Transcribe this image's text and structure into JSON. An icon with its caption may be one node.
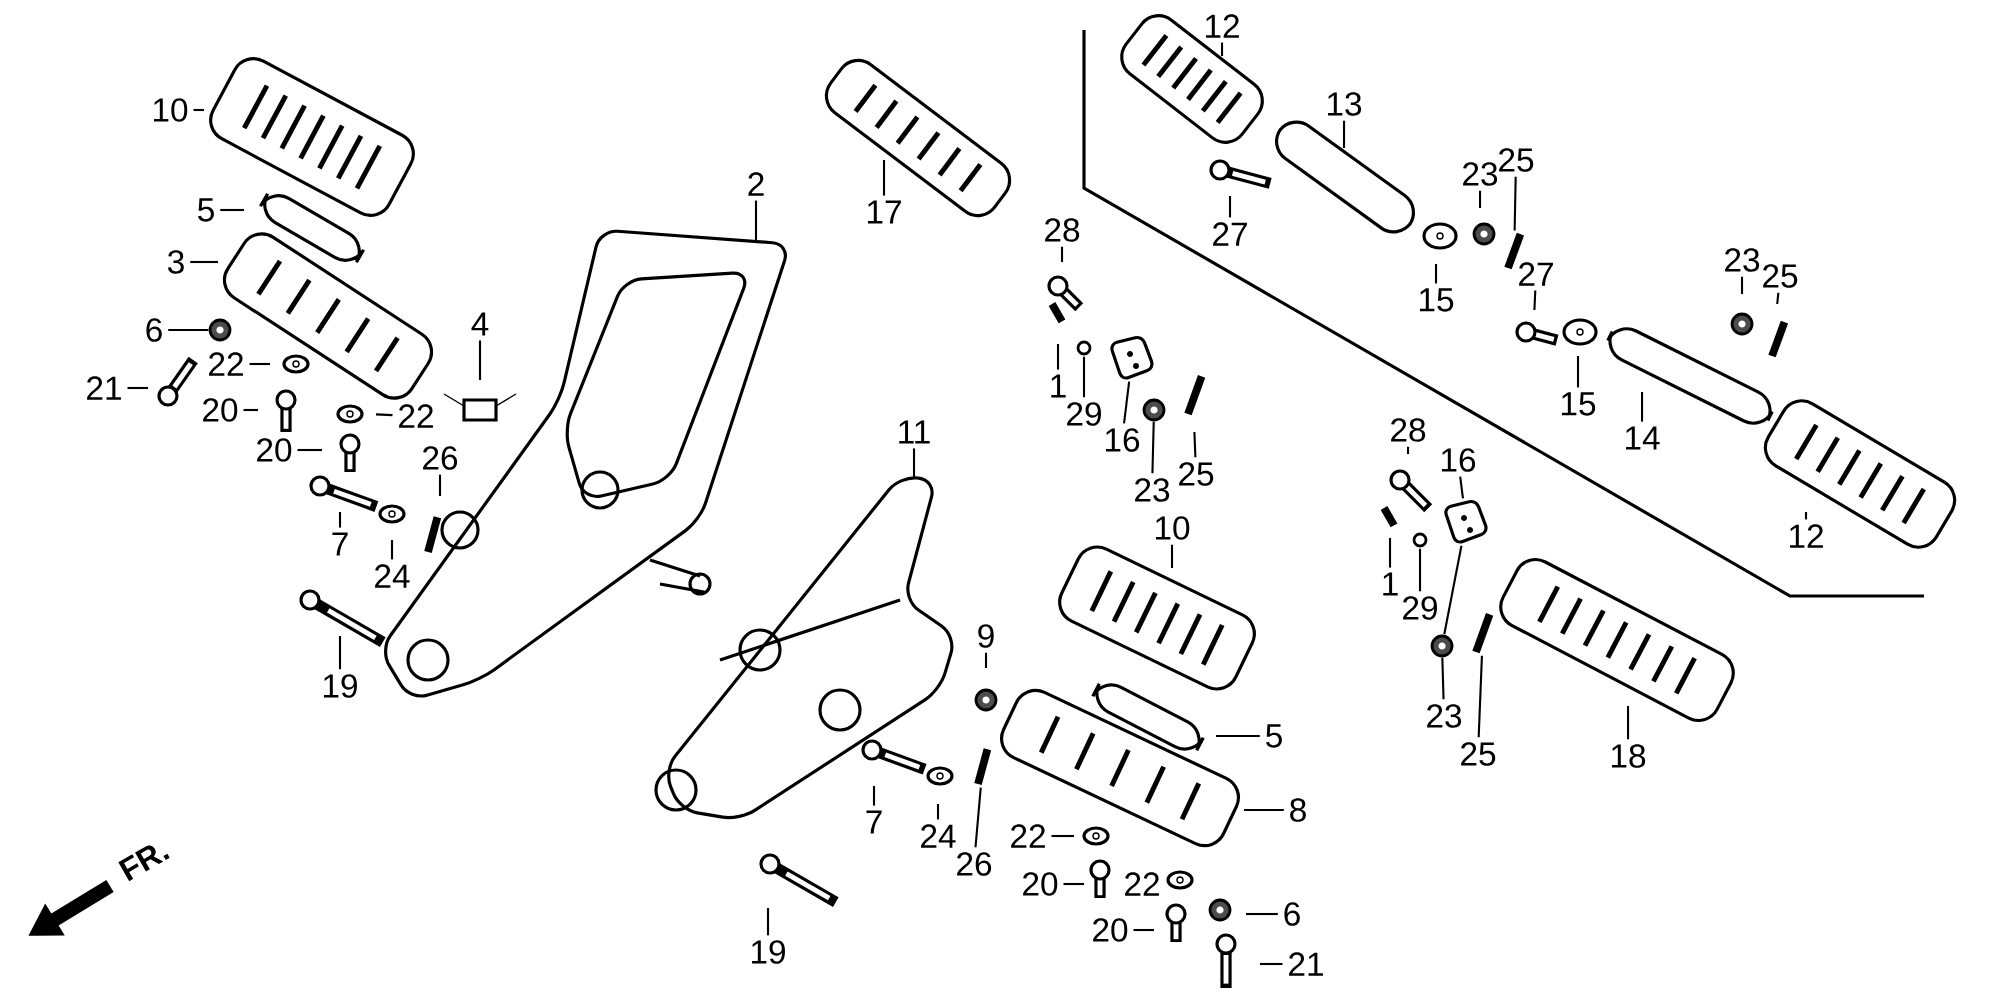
{
  "diagram": {
    "nodes": [
      {
        "text": [
          "10"
        ]
      },
      {
        "text": [
          "5"
        ]
      },
      {
        "text": [
          "3"
        ]
      },
      {
        "text": [
          "6"
        ]
      },
      {
        "text": [
          "21"
        ]
      },
      {
        "text": [
          "22"
        ]
      },
      {
        "text": [
          "20"
        ]
      },
      {
        "text": [
          "22"
        ]
      },
      {
        "text": [
          "20"
        ]
      },
      {
        "text": [
          "4"
        ]
      },
      {
        "text": [
          "26"
        ]
      },
      {
        "text": [
          "7"
        ]
      },
      {
        "text": [
          "24"
        ]
      },
      {
        "text": [
          "19"
        ]
      },
      {
        "text": [
          "2"
        ]
      },
      {
        "text": [
          "17"
        ]
      },
      {
        "text": [
          "11"
        ]
      },
      {
        "text": [
          "12"
        ]
      },
      {
        "text": [
          "13"
        ]
      },
      {
        "text": [
          "27"
        ]
      },
      {
        "text": [
          "23"
        ]
      },
      {
        "text": [
          "25"
        ]
      },
      {
        "text": [
          "15"
        ]
      },
      {
        "text": [
          "27"
        ]
      },
      {
        "text": [
          "23"
        ]
      },
      {
        "text": [
          "25"
        ]
      },
      {
        "text": [
          "15"
        ]
      },
      {
        "text": [
          "14"
        ]
      },
      {
        "text": [
          "12"
        ]
      },
      {
        "text": [
          "28"
        ]
      },
      {
        "text": [
          "1"
        ]
      },
      {
        "text": [
          "29"
        ]
      },
      {
        "text": [
          "16"
        ]
      },
      {
        "text": [
          "23"
        ]
      },
      {
        "text": [
          "25"
        ]
      },
      {
        "text": [
          "28"
        ]
      },
      {
        "text": [
          "16"
        ]
      },
      {
        "text": [
          "1"
        ]
      },
      {
        "text": [
          "29"
        ]
      },
      {
        "text": [
          "23"
        ]
      },
      {
        "text": [
          "25"
        ]
      },
      {
        "text": [
          "18"
        ]
      },
      {
        "text": [
          "10"
        ]
      },
      {
        "text": [
          "9"
        ]
      },
      {
        "text": [
          "5"
        ]
      },
      {
        "text": [
          "8"
        ]
      },
      {
        "text": [
          "22"
        ]
      },
      {
        "text": [
          "20"
        ]
      },
      {
        "text": [
          "22"
        ]
      },
      {
        "text": [
          "20"
        ]
      },
      {
        "text": [
          "6"
        ]
      },
      {
        "text": [
          "21"
        ]
      },
      {
        "text": [
          "7"
        ]
      },
      {
        "text": [
          "24"
        ]
      },
      {
        "text": [
          "26"
        ]
      },
      {
        "text": [
          "19"
        ]
      },
      {
        "text": [],
        "shape": "picture"
      },
      {
        "text": [],
        "shape": "picture"
      },
      {
        "text": [],
        "shape": "circle"
      },
      {
        "text": [],
        "shape": "picture"
      },
      {
        "text": [],
        "shape": "picture"
      },
      {
        "text": [],
        "shape": "circle"
      },
      {
        "text": [],
        "shape": "picture"
      },
      {
        "text": [],
        "shape": "picture"
      },
      {
        "text": [],
        "shape": "picture"
      },
      {
        "text": [],
        "shape": "picture"
      }
    ],
    "edges": [
      {
        "from": 0,
        "to": null,
        "arrow": "none"
      },
      {
        "from": 1,
        "to": null,
        "arrow": "none"
      },
      {
        "from": 2,
        "to": null,
        "arrow": "none"
      },
      {
        "from": 3,
        "to": 56,
        "arrow": "none"
      },
      {
        "from": 4,
        "to": null,
        "arrow": "none"
      },
      {
        "from": 5,
        "to": null,
        "arrow": "none"
      },
      {
        "from": 6,
        "to": null,
        "arrow": "none"
      },
      {
        "from": 7,
        "to": null,
        "arrow": "none"
      },
      {
        "from": 8,
        "to": null,
        "arrow": "none"
      },
      {
        "from": 9,
        "to": null,
        "arrow": "none"
      },
      {
        "from": 10,
        "to": null,
        "arrow": "none"
      },
      {
        "from": 11,
        "to": null,
        "arrow": "none"
      },
      {
        "from": 12,
        "to": null,
        "arrow": "none"
      },
      {
        "from": 13,
        "to": null,
        "arrow": "none"
      },
      {
        "from": 14,
        "to": null,
        "arrow": "none"
      },
      {
        "from": 15,
        "to": null,
        "arrow": "none"
      },
      {
        "from": 16,
        "to": null,
        "arrow": "none"
      },
      {
        "from": 17,
        "to": null,
        "arrow": "none"
      },
      {
        "from": 18,
        "to": null,
        "arrow": "none"
      },
      {
        "from": 19,
        "to": null,
        "arrow": "none"
      },
      {
        "from": 20,
        "to": null,
        "arrow": "none"
      },
      {
        "from": 21,
        "to": 65,
        "arrow": "none"
      },
      {
        "from": 22,
        "to": null,
        "arrow": "none"
      },
      {
        "from": 23,
        "to": null,
        "arrow": "none"
      },
      {
        "from": 24,
        "to": null,
        "arrow": "none"
      },
      {
        "from": 25,
        "to": null,
        "arrow": "none"
      },
      {
        "from": 26,
        "to": null,
        "arrow": "none"
      },
      {
        "from": 27,
        "to": null,
        "arrow": "none"
      },
      {
        "from": 28,
        "to": null,
        "arrow": "none"
      },
      {
        "from": 29,
        "to": null,
        "arrow": "none"
      },
      {
        "from": 30,
        "to": null,
        "arrow": "none"
      },
      {
        "from": 31,
        "to": 58,
        "arrow": "none"
      },
      {
        "from": 32,
        "to": 59,
        "arrow": "none"
      },
      {
        "from": 33,
        "to": 60,
        "arrow": "none"
      },
      {
        "from": 34,
        "to": null,
        "arrow": "none"
      },
      {
        "from": 35,
        "to": null,
        "arrow": "none"
      },
      {
        "from": 36,
        "to": 63,
        "arrow": "none"
      },
      {
        "from": 37,
        "to": null,
        "arrow": "none"
      },
      {
        "from": 38,
        "to": 61,
        "arrow": "none"
      },
      {
        "from": 39,
        "to": 62,
        "arrow": "none"
      },
      {
        "from": 40,
        "to": 64,
        "arrow": "none"
      },
      {
        "from": 41,
        "to": null,
        "arrow": "none"
      },
      {
        "from": 42,
        "to": null,
        "arrow": "none"
      },
      {
        "from": 43,
        "to": null,
        "arrow": "none"
      },
      {
        "from": 44,
        "to": null,
        "arrow": "none"
      },
      {
        "from": 45,
        "to": null,
        "arrow": "none"
      },
      {
        "from": 46,
        "to": null,
        "arrow": "none"
      },
      {
        "from": 47,
        "to": null,
        "arrow": "none"
      },
      {
        "from": 49,
        "to": null,
        "arrow": "none"
      },
      {
        "from": 50,
        "to": null,
        "arrow": "none"
      },
      {
        "from": 51,
        "to": null,
        "arrow": "none"
      },
      {
        "from": 52,
        "to": null,
        "arrow": "none"
      },
      {
        "from": 53,
        "to": null,
        "arrow": "none"
      },
      {
        "from": 54,
        "to": 57,
        "arrow": "none"
      },
      {
        "from": 55,
        "to": null,
        "arrow": "none"
      },
      {
        "from": 63,
        "to": 62,
        "arrow": "none"
      }
    ],
    "labels": [
      "FR."
    ]
  }
}
